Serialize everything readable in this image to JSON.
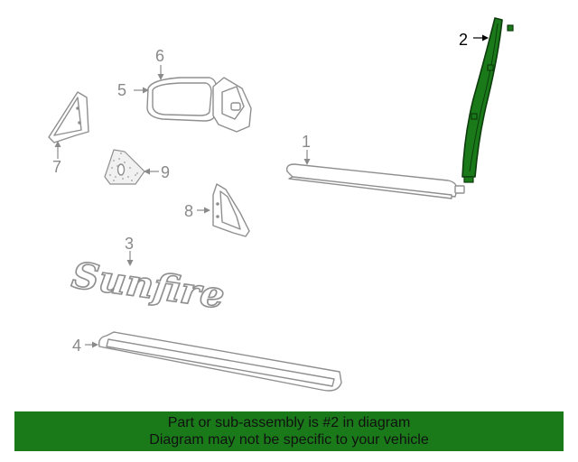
{
  "diagram": {
    "callouts": {
      "p1": "1",
      "p2": "2",
      "p3": "3",
      "p4": "4",
      "p5": "5",
      "p6": "6",
      "p7": "7",
      "p8": "8",
      "p9": "9"
    },
    "emblem_lettering": "Sunfire",
    "selected_part": "2",
    "highlight_color": "#1a7a1a"
  },
  "banner": {
    "line1": "Part or sub-assembly is #2 in diagram",
    "line2": "Diagram may not be specific to your vehicle",
    "background": "#1a7a1a"
  }
}
